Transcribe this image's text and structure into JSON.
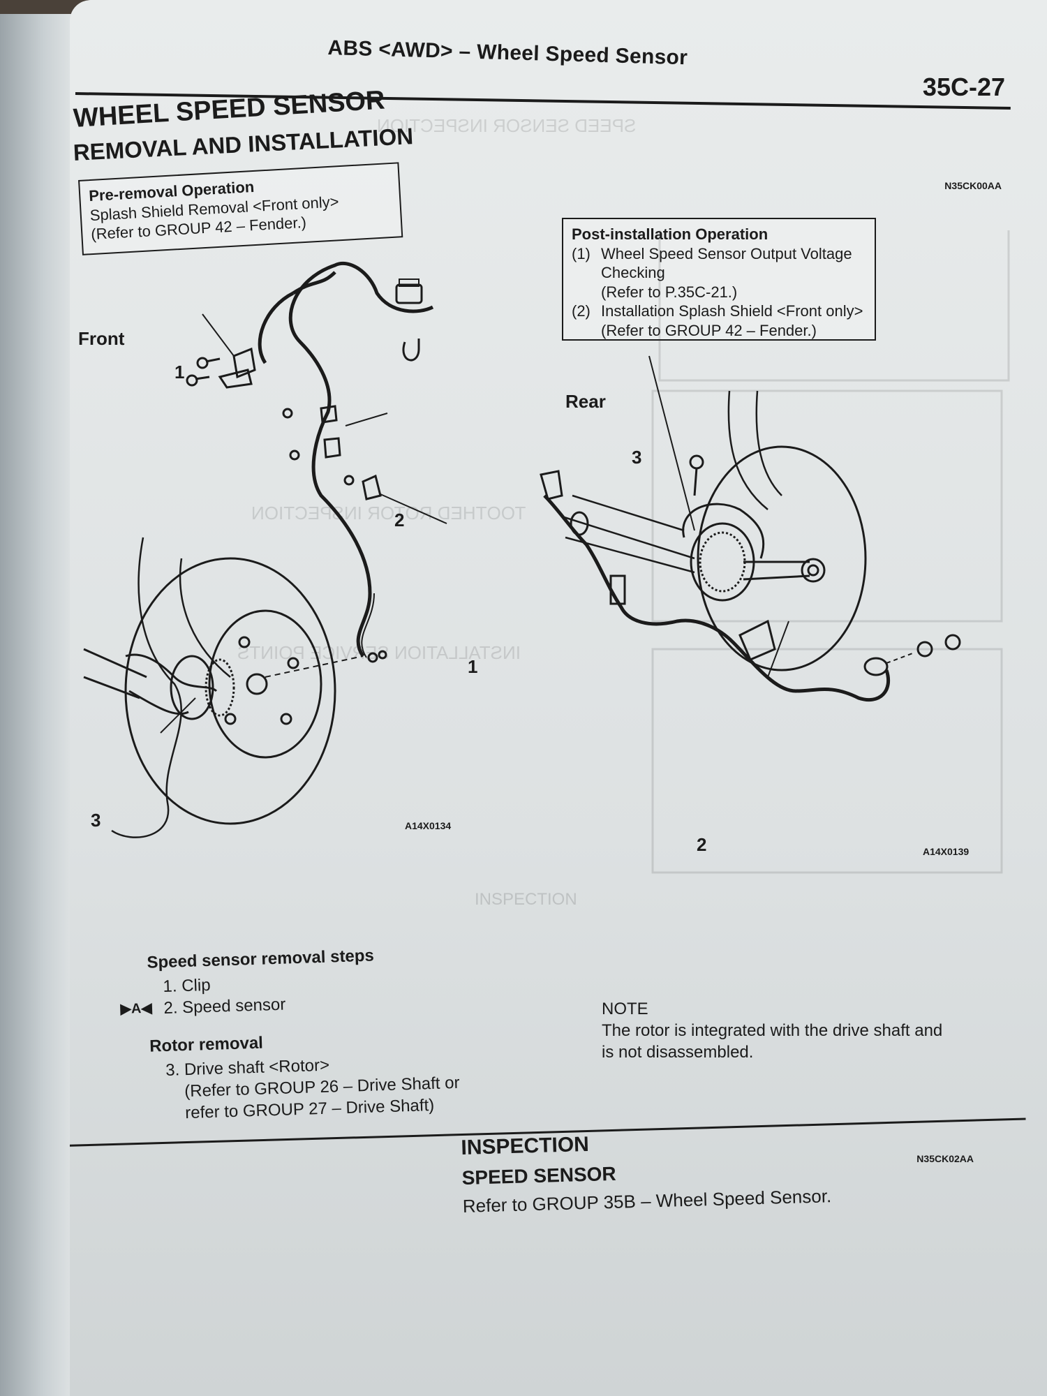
{
  "header": {
    "section_title": "ABS <AWD> – Wheel Speed Sensor",
    "page_number": "35C-27"
  },
  "main_title": "WHEEL SPEED SENSOR",
  "sub_title": "REMOVAL AND INSTALLATION",
  "codes": {
    "top": "N35CK00AA",
    "inspection": "N35CK02AA",
    "front_figure": "A14X0134",
    "rear_figure": "A14X0139"
  },
  "pre_removal": {
    "title": "Pre-removal Operation",
    "lines": [
      "Splash Shield Removal <Front only>",
      "(Refer to GROUP 42 – Fender.)"
    ]
  },
  "post_installation": {
    "title": "Post-installation Operation",
    "items": [
      {
        "num": "(1)",
        "lines": [
          "Wheel Speed Sensor Output Voltage",
          "Checking",
          "(Refer to P.35C-21.)"
        ]
      },
      {
        "num": "(2)",
        "lines": [
          "Installation Splash Shield <Front only>",
          "(Refer to GROUP 42 – Fender.)"
        ]
      }
    ]
  },
  "diagram_labels": {
    "front": "Front",
    "rear": "Rear",
    "front_1_top": "1",
    "front_2": "2",
    "front_1_bottom": "1",
    "front_3": "3",
    "rear_3": "3",
    "rear_2": "2"
  },
  "removal_steps": {
    "title": "Speed sensor removal steps",
    "steps": [
      {
        "mark": "",
        "text": "1. Clip"
      },
      {
        "mark": "▶A◀",
        "text": "2. Speed sensor"
      }
    ]
  },
  "rotor_removal": {
    "title": "Rotor removal",
    "lines": [
      "3. Drive shaft <Rotor>",
      "(Refer to GROUP 26 – Drive Shaft or",
      "refer to GROUP 27 – Drive Shaft)"
    ]
  },
  "note": {
    "title": "NOTE",
    "lines": [
      "The rotor is integrated with the drive shaft and",
      "is not disassembled."
    ]
  },
  "inspection": {
    "title": "INSPECTION",
    "subtitle": "SPEED SENSOR",
    "text": "Refer to GROUP 35B – Wheel Speed Sensor."
  },
  "colors": {
    "ink": "#1b1b1b",
    "paper": "#e3e7e8"
  }
}
